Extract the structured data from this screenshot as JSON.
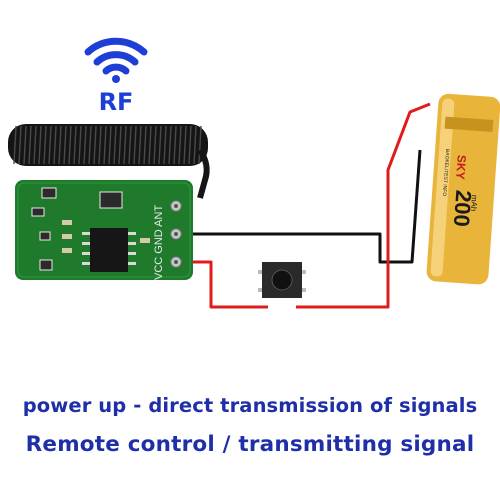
{
  "rf_label": "RF",
  "pcb": {
    "pins_label": "VCC GND ANT"
  },
  "battery": {
    "brand": "SKY",
    "capacity": "200",
    "unit": "mAh",
    "side_text": "BAOKELITEST INFO"
  },
  "captions": {
    "line1": "power up - direct transmission of signals",
    "line2": "Remote control / transmitting signal"
  },
  "colors": {
    "caption": "#1f2fa8",
    "pcb": "#1f7a2c",
    "wire_red": "#e01b1b",
    "wire_black": "#111111",
    "battery": "#e9b43a",
    "rf_icon": "#1d3fd6"
  },
  "icons": [
    "wifi-icon",
    "push-button-switch",
    "lipo-battery",
    "coil-antenna"
  ]
}
